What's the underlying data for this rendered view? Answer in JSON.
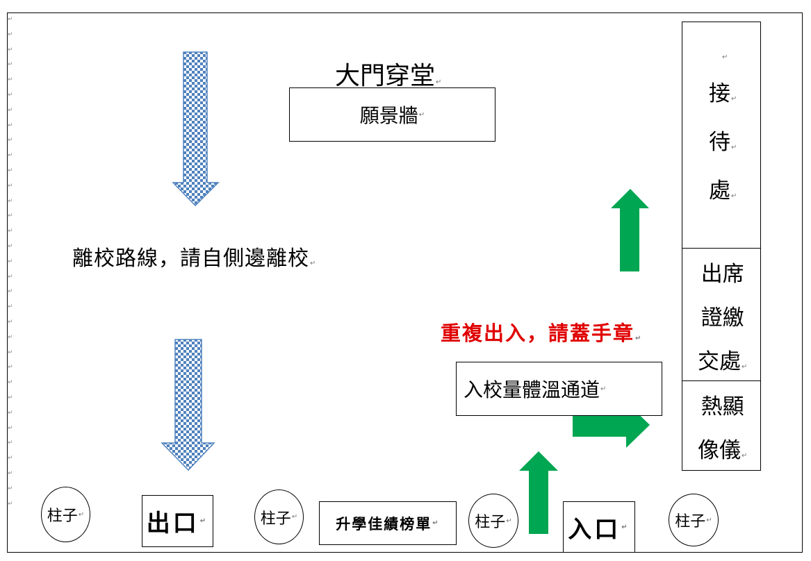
{
  "title": "大門穿堂",
  "vision_wall": "願景牆",
  "leave_notice": "離校路線，請自側邊離校",
  "repeat_notice": "重複出入，請蓋手章",
  "temperature_channel": "入校量體溫通道",
  "right_column": {
    "reception": [
      "接",
      "待",
      "處"
    ],
    "attendance": [
      "出席",
      "證繳",
      "交處"
    ],
    "thermal": [
      "熱顯",
      "像儀"
    ]
  },
  "pillar_label": "柱子",
  "exit_label": "出口",
  "ranking_label": "升學佳績榜單",
  "entrance_label": "入口",
  "colors": {
    "green_arrow": "#00a651",
    "checker_blue": "#4f81bd",
    "notice_red": "#e00000"
  },
  "icons": {
    "exit_arrow": "checkered-down-arrow-icon",
    "entry_arrow": "green-arrow-icon"
  }
}
